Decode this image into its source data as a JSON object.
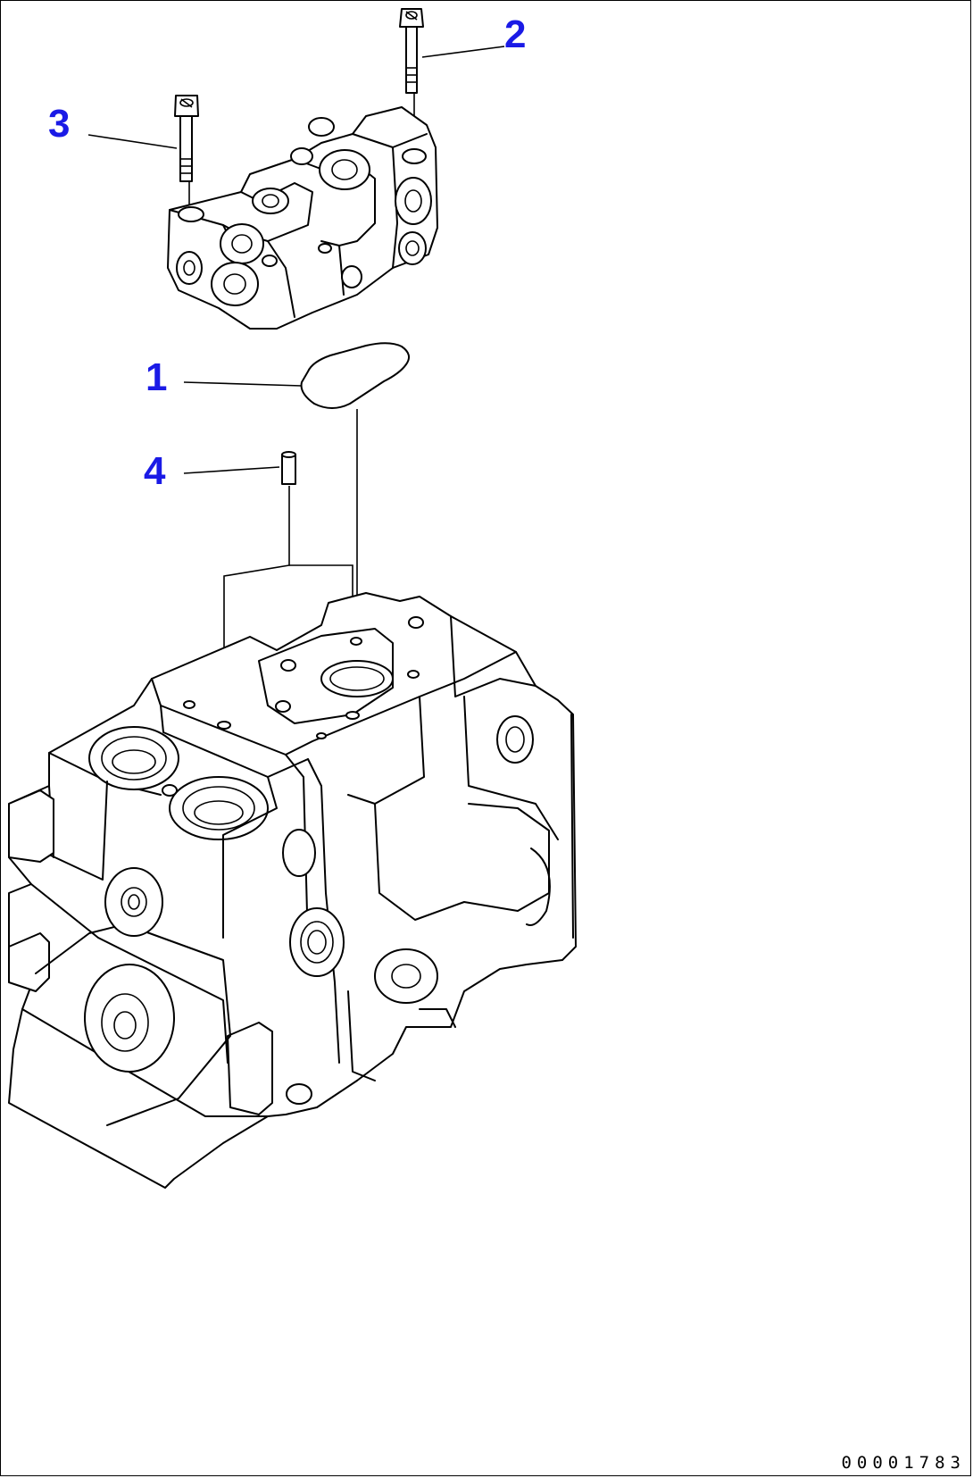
{
  "callouts": [
    {
      "id": "1",
      "label": "1"
    },
    {
      "id": "2",
      "label": "2"
    },
    {
      "id": "3",
      "label": "3"
    },
    {
      "id": "4",
      "label": "4"
    }
  ],
  "drawing_code": "00001783",
  "colors": {
    "callout": "#1a1ae6",
    "line": "#000000",
    "background": "#ffffff"
  }
}
